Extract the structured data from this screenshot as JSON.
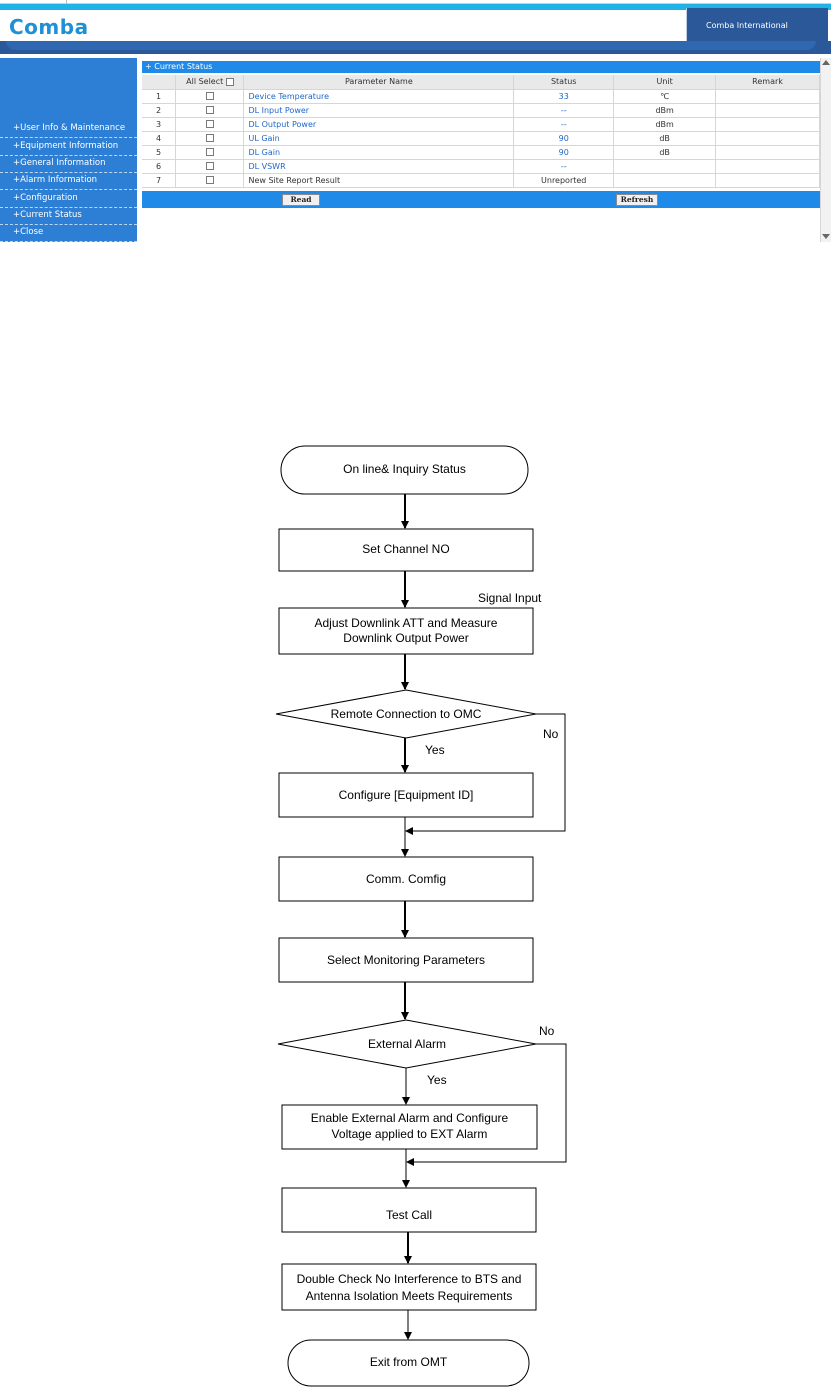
{
  "app": {
    "logo": "Comba",
    "brand": "Comba International"
  },
  "sidebar": {
    "items": [
      {
        "label": "+User Info & Maintenance"
      },
      {
        "label": "+Equipment Information"
      },
      {
        "label": "+General Information"
      },
      {
        "label": "+Alarm Information"
      },
      {
        "label": "+Configuration"
      },
      {
        "label": "+Current Status"
      },
      {
        "label": "+Close"
      }
    ]
  },
  "current_status": {
    "title": "+ Current Status",
    "headers": {
      "select_all": "All Select",
      "param": "Parameter Name",
      "status": "Status",
      "unit": "Unit",
      "remark": "Remark"
    },
    "rows": [
      {
        "no": "1",
        "name": "Device Temperature",
        "status": "33",
        "unit": "℃",
        "remark": ""
      },
      {
        "no": "2",
        "name": "DL Input Power",
        "status": "--",
        "unit": "dBm",
        "remark": ""
      },
      {
        "no": "3",
        "name": "DL Output Power",
        "status": "--",
        "unit": "dBm",
        "remark": ""
      },
      {
        "no": "4",
        "name": "UL Gain",
        "status": "90",
        "unit": "dB",
        "remark": ""
      },
      {
        "no": "5",
        "name": "DL Gain",
        "status": "90",
        "unit": "dB",
        "remark": ""
      },
      {
        "no": "6",
        "name": "DL VSWR",
        "status": "--",
        "unit": "",
        "remark": ""
      },
      {
        "no": "7",
        "name": "New Site Report Result",
        "status": "Unreported",
        "unit": "",
        "remark": ""
      }
    ],
    "buttons": {
      "read": "Read",
      "refresh": "Refresh"
    }
  },
  "flowchart": {
    "start": "On  line&   Inquiry Status",
    "set_channel": "Set Channel NO",
    "signal_input": "Signal Input",
    "adjust_line1": "Adjust Downlink ATT and Measure",
    "adjust_line2": "Downlink Output Power",
    "remote_omc": "Remote Connection to OMC",
    "yes1": "Yes",
    "no1": "No",
    "configure_id": "Configure [Equipment ID]",
    "comm_config": "Comm. Comfig",
    "select_params": "Select Monitoring Parameters",
    "external_alarm": "External Alarm",
    "yes2": "Yes",
    "no2": "No",
    "enable_line1": "Enable External Alarm and Configure",
    "enable_line2": "Voltage applied to EXT Alarm",
    "test_call": "Test Call",
    "double_line1": "Double Check No Interference to BTS and",
    "double_line2": "Antenna Isolation Meets Requirements",
    "exit": "Exit from OMT"
  }
}
